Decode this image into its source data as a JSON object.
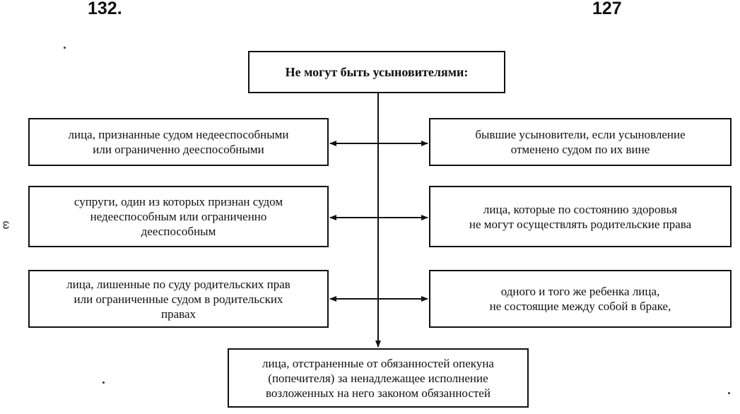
{
  "header": {
    "left_page_number": "132.",
    "right_page_number": "127"
  },
  "margin_mark": "ω",
  "diagram": {
    "title": "Не могут быть усыновителями:",
    "left_items": [
      "лица, признанные судом недееспособными\nили ограниченно дееспособными",
      "супруги, один из которых признан судом\nнедееспособным или ограниченно\nдееспособным",
      "лица, лишенные по суду родительских прав\nили ограниченные судом в родительских\nправах"
    ],
    "right_items": [
      "бывшие усыновители, если усыновление\nотменено судом по их вине",
      "лица, которые по состоянию здоровья\nне могут осуществлять родительские права",
      "одного и того же ребенка  лица,\nне состоящие между собой в браке,"
    ],
    "bottom_item": "лица, отстраненные от обязанностей опекуна\n(попечителя) за ненадлежащее исполнение\nвозложенных на него законом обязанностей"
  }
}
